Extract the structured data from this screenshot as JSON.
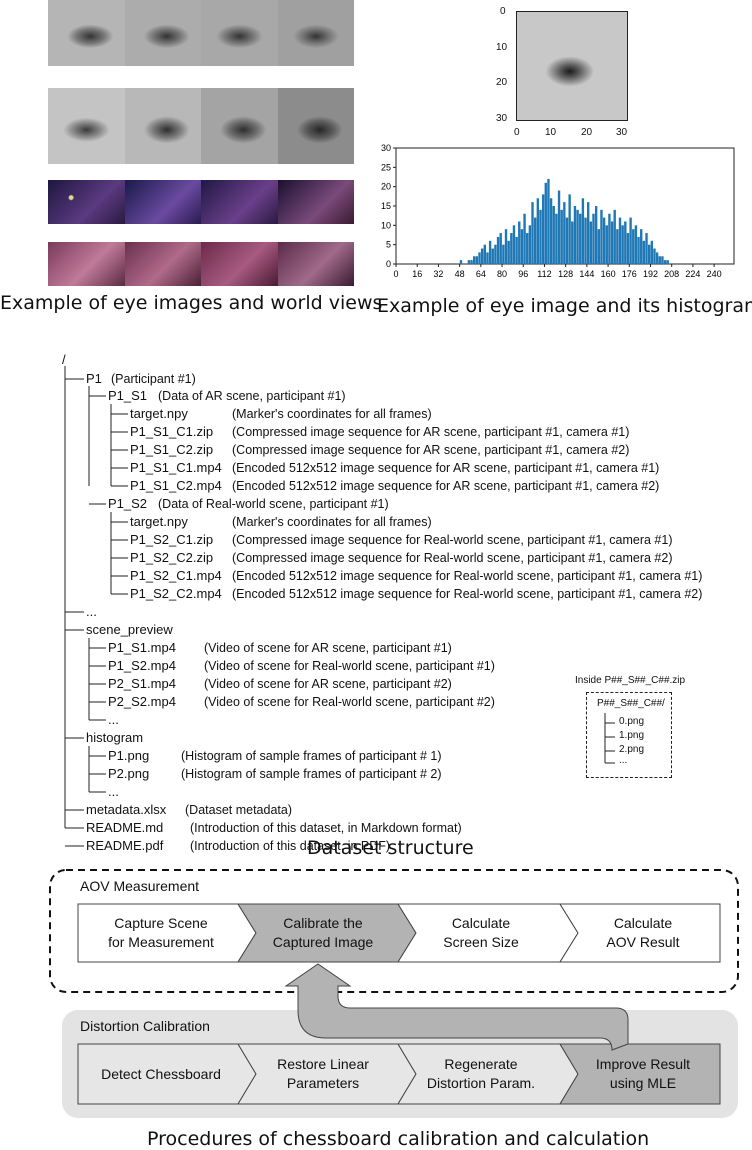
{
  "top_left": {
    "caption": "Example of eye images and world views",
    "rows": [
      "eye-row-1",
      "eye-row-2",
      "world-view-row-1",
      "world-view-row-2"
    ]
  },
  "top_right": {
    "caption": "Example of eye image and its histogram",
    "image_axes": {
      "x_ticks": [
        "0",
        "10",
        "20",
        "30"
      ],
      "y_ticks": [
        "0",
        "10",
        "20",
        "30"
      ]
    }
  },
  "chart_data": {
    "type": "bar",
    "title": "",
    "xlabel": "",
    "ylabel": "",
    "xlim": [
      0,
      255
    ],
    "ylim": [
      0,
      30
    ],
    "x_ticks": [
      0,
      16,
      32,
      48,
      64,
      80,
      96,
      112,
      128,
      144,
      160,
      176,
      192,
      208,
      224,
      240
    ],
    "y_ticks": [
      0,
      5,
      10,
      15,
      20,
      25,
      30
    ],
    "bar_color": "#1f77b4",
    "x": [
      49,
      51,
      53,
      55,
      57,
      59,
      61,
      63,
      65,
      67,
      69,
      71,
      73,
      75,
      77,
      79,
      81,
      83,
      85,
      87,
      89,
      91,
      93,
      95,
      97,
      99,
      101,
      103,
      105,
      107,
      109,
      111,
      113,
      115,
      117,
      119,
      121,
      123,
      125,
      127,
      129,
      131,
      133,
      135,
      137,
      139,
      141,
      143,
      145,
      147,
      149,
      151,
      153,
      155,
      157,
      159,
      161,
      163,
      165,
      167,
      169,
      171,
      173,
      175,
      177,
      179,
      181,
      183,
      185,
      187,
      189,
      191,
      193,
      195,
      197,
      199,
      201,
      203,
      205
    ],
    "values": [
      1,
      0,
      0,
      1,
      1,
      2,
      2,
      3,
      4,
      5,
      3,
      6,
      4,
      5,
      7,
      8,
      5,
      9,
      6,
      8,
      10,
      7,
      11,
      9,
      13,
      8,
      10,
      16,
      12,
      17,
      14,
      18,
      21,
      22,
      17,
      15,
      13,
      19,
      14,
      16,
      12,
      18,
      11,
      15,
      14,
      13,
      17,
      12,
      16,
      11,
      13,
      15,
      9,
      14,
      12,
      10,
      13,
      11,
      14,
      9,
      12,
      10,
      11,
      8,
      12,
      9,
      10,
      7,
      9,
      6,
      8,
      5,
      6,
      4,
      3,
      2,
      2,
      1,
      1
    ]
  },
  "tree": {
    "caption": "Dataset structure",
    "rows": [
      {
        "name": "/",
        "desc": ""
      },
      {
        "name": "P1",
        "desc": "(Participant #1)"
      },
      {
        "name": "P1_S1",
        "desc": "(Data of AR scene, participant #1)"
      },
      {
        "name": "target.npy",
        "desc": "(Marker's coordinates for all frames)"
      },
      {
        "name": "P1_S1_C1.zip",
        "desc": "(Compressed image sequence for AR scene, participant #1, camera #1)"
      },
      {
        "name": "P1_S1_C2.zip",
        "desc": "(Compressed image sequence for AR scene, participant #1, camera #2)"
      },
      {
        "name": "P1_S1_C1.mp4",
        "desc": "(Encoded 512x512 image sequence for AR scene, participant #1, camera #1)"
      },
      {
        "name": "P1_S1_C2.mp4",
        "desc": "(Encoded 512x512 image sequence for AR scene, participant #1, camera #2)"
      },
      {
        "name": "P1_S2",
        "desc": "(Data of Real-world scene, participant #1)"
      },
      {
        "name": "target.npy",
        "desc": "(Marker's coordinates for all frames)"
      },
      {
        "name": "P1_S2_C1.zip",
        "desc": "(Compressed image sequence for Real-world scene, participant #1, camera #1)"
      },
      {
        "name": "P1_S2_C2.zip",
        "desc": "(Compressed image sequence for Real-world scene, participant #1, camera #2)"
      },
      {
        "name": "P1_S2_C1.mp4",
        "desc": "(Encoded 512x512 image sequence for Real-world scene, participant #1, camera #1)"
      },
      {
        "name": "P1_S2_C2.mp4",
        "desc": "(Encoded 512x512 image sequence for Real-world scene, participant #1, camera #2)"
      },
      {
        "name": "...",
        "desc": ""
      },
      {
        "name": "scene_preview",
        "desc": ""
      },
      {
        "name": "P1_S1.mp4",
        "desc": "(Video of scene for AR scene, participant #1)"
      },
      {
        "name": "P1_S2.mp4",
        "desc": "(Video of scene for Real-world scene, participant #1)"
      },
      {
        "name": "P2_S1.mp4",
        "desc": "(Video of scene for AR scene, participant #2)"
      },
      {
        "name": "P2_S2.mp4",
        "desc": "(Video of scene for Real-world scene, participant #2)"
      },
      {
        "name": "...",
        "desc": ""
      },
      {
        "name": "histogram",
        "desc": ""
      },
      {
        "name": "P1.png",
        "desc": "(Histogram of sample frames of participant # 1)"
      },
      {
        "name": "P2.png",
        "desc": "(Histogram of sample frames of participant # 2)"
      },
      {
        "name": "...",
        "desc": ""
      },
      {
        "name": "metadata.xlsx",
        "desc": "(Dataset metadata)"
      },
      {
        "name": "README.md",
        "desc": "(Introduction of this dataset, in Markdown format)"
      },
      {
        "name": "README.pdf",
        "desc": "(Introduction of this dataset, in PDF)"
      }
    ],
    "zip_box": {
      "title": "Inside P##_S##_C##.zip",
      "folder": "P##_S##_C##/",
      "files": [
        "0.png",
        "1.png",
        "2.png",
        "..."
      ]
    }
  },
  "flow": {
    "caption": "Procedures of chessboard calibration and calculation",
    "aov_title": "AOV Measurement",
    "aov_steps": [
      {
        "line1": "Capture Scene",
        "line2": "for Measurement"
      },
      {
        "line1": "Calibrate the",
        "line2": "Captured Image"
      },
      {
        "line1": "Calculate",
        "line2": "Screen Size"
      },
      {
        "line1": "Calculate",
        "line2": "AOV Result"
      }
    ],
    "dist_title": "Distortion Calibration",
    "dist_steps": [
      {
        "line1": "Detect Chessboard",
        "line2": ""
      },
      {
        "line1": "Restore Linear",
        "line2": "Parameters"
      },
      {
        "line1": "Regenerate",
        "line2": "Distortion Param."
      },
      {
        "line1": "Improve Result",
        "line2": "using MLE"
      }
    ],
    "colors": {
      "highlight": "#b3b3b3",
      "panel": "#e3e3e3",
      "step": "#ffffff",
      "dist_step": "#e6e6e6"
    }
  }
}
